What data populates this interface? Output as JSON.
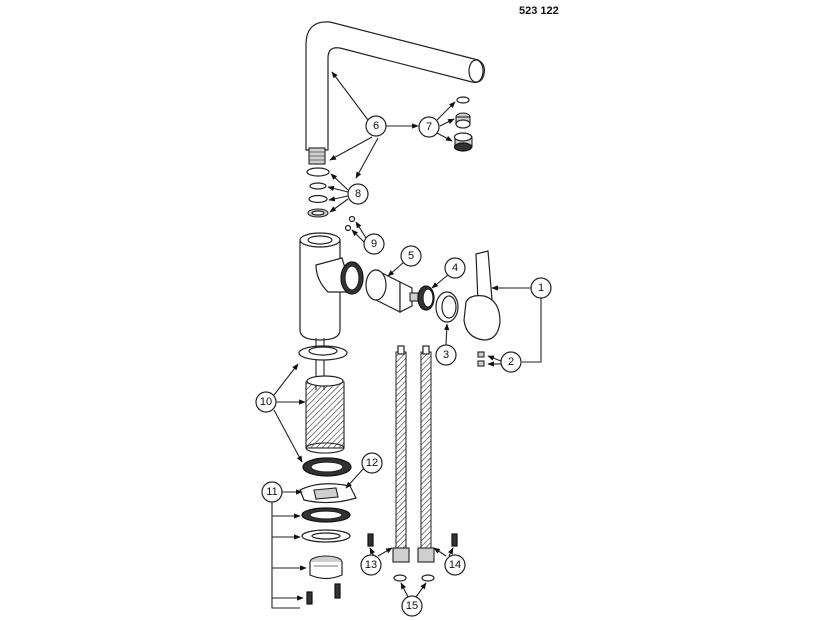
{
  "part_number": "523 122",
  "callouts": [
    "1",
    "2",
    "3",
    "4",
    "5",
    "6",
    "7",
    "8",
    "9",
    "10",
    "11",
    "12",
    "13",
    "14",
    "15"
  ]
}
